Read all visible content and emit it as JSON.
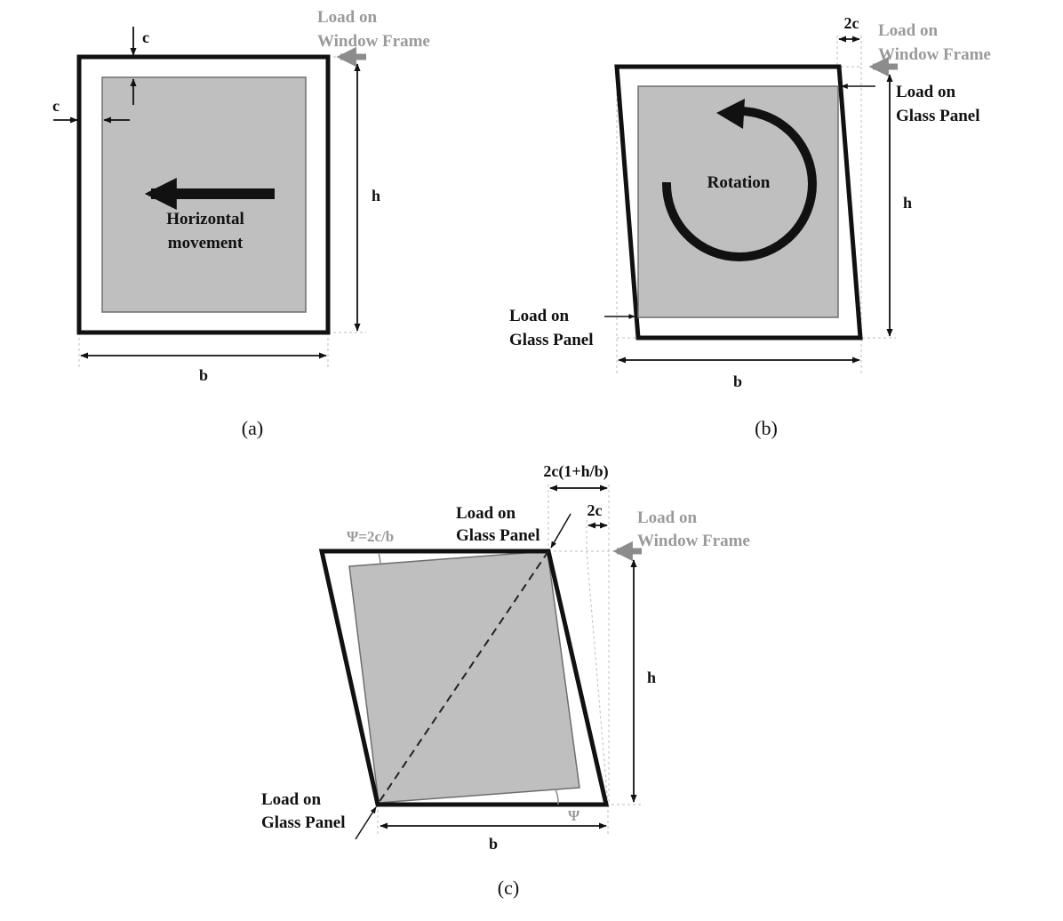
{
  "colors": {
    "frame": "#111111",
    "glass": "#bfbfbf",
    "glass_edge": "#6e6e6e",
    "frame_load_arrow": "#8c8c8c",
    "guide_line": "#bdbdbd"
  },
  "panel_a": {
    "caption": "(a)",
    "label_c_top": "c",
    "label_c_left": "c",
    "load_window_frame_line1": "Load on",
    "load_window_frame_line2": "Window Frame",
    "label_h": "h",
    "label_b": "b",
    "movement_line1": "Horizontal",
    "movement_line2": "movement"
  },
  "panel_b": {
    "caption": "(b)",
    "label_2c": "2c",
    "load_window_frame_line1": "Load on",
    "load_window_frame_line2": "Window Frame",
    "load_glass_top_line1": "Load on",
    "load_glass_top_line2": "Glass Panel",
    "load_glass_bottom_line1": "Load on",
    "load_glass_bottom_line2": "Glass Panel",
    "rotation": "Rotation",
    "label_h": "h",
    "label_b": "b"
  },
  "panel_c": {
    "caption": "(c)",
    "label_2c_expr": "2c(1+h/b)",
    "label_2c": "2c",
    "psi_formula": "Ψ=2c/b",
    "psi": "Ψ",
    "load_glass_top_line1": "Load on",
    "load_glass_top_line2": "Glass Panel",
    "load_window_frame_line1": "Load on",
    "load_window_frame_line2": "Window Frame",
    "load_glass_bottom_line1": "Load on",
    "load_glass_bottom_line2": "Glass Panel",
    "label_h": "h",
    "label_b": "b"
  }
}
